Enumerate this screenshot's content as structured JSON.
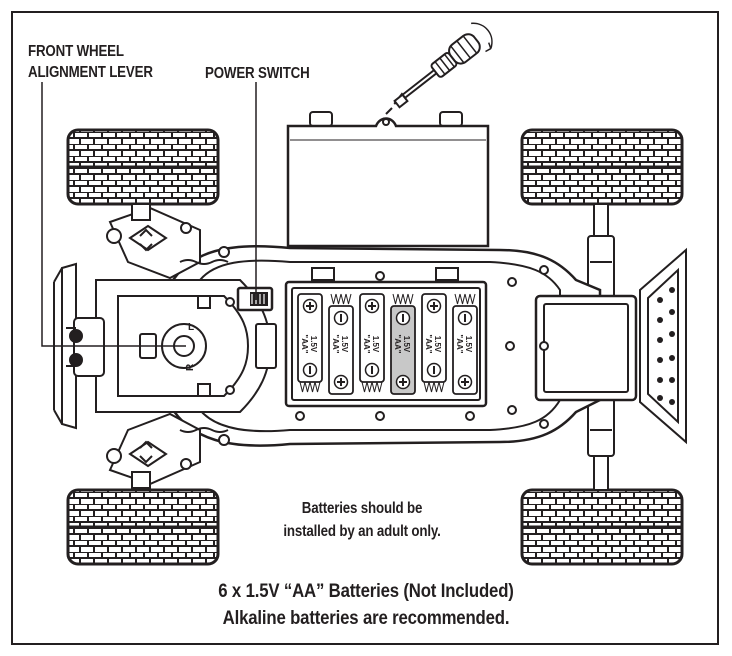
{
  "callouts": {
    "front_wheel_line1": "FRONT WHEEL",
    "front_wheel_line2": "ALIGNMENT LEVER",
    "power_switch": "POWER SWITCH"
  },
  "battery_label": {
    "voltage": "1.5V",
    "size": "\"AA\""
  },
  "note": {
    "line1": "Batteries should be",
    "line2": "installed by an adult only."
  },
  "footer": {
    "line1": "6 x 1.5V “AA” Batteries (Not Included)",
    "line2": "Alkaline batteries are recommended."
  },
  "dial": {
    "left": "L",
    "right": "R"
  },
  "colors": {
    "ink": "#231f20",
    "shade": "#c8c8c8",
    "paper": "#ffffff"
  }
}
